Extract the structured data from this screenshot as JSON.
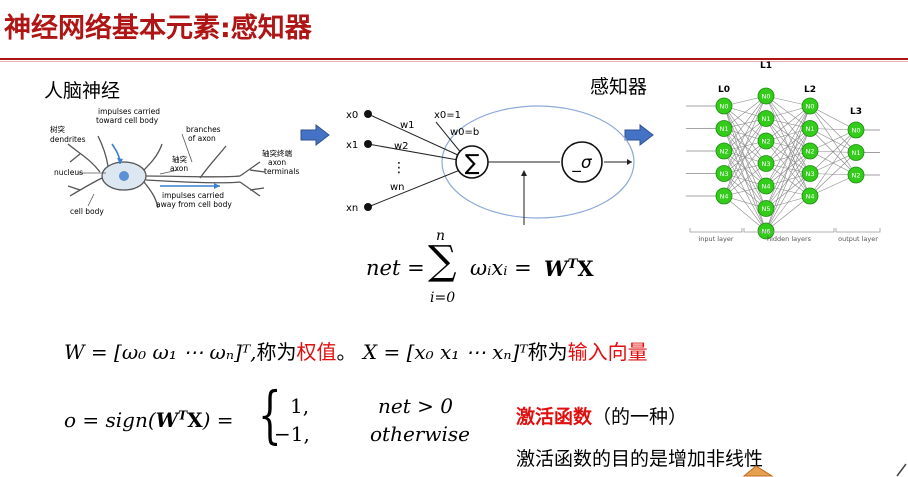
{
  "title": "神经网络基本元素:感知器",
  "left_label": "人脑神经",
  "right_label": "感知器",
  "neuron": {
    "dendrites_cn": "树突",
    "dendrites": "dendrites",
    "impulses_toward_1": "impulses carried",
    "impulses_toward_2": "toward cell body",
    "nucleus": "nucleus",
    "branches_1": "branches",
    "branches_2": "of axon",
    "axon_cn": "轴突",
    "axon": "axon",
    "terminals_cn": "轴突终端",
    "terminals_1": "axon",
    "terminals_2": "terminals",
    "away_1": "impulses carried",
    "away_2": "away from cell body",
    "cell_body": "cell body"
  },
  "perceptron": {
    "inputs": [
      "x0",
      "x1",
      "xn"
    ],
    "weights": [
      "w1",
      "w2",
      "wn"
    ],
    "bias1": "x0=1",
    "bias2": "w0=b",
    "dots": "⋮"
  },
  "network": {
    "layers": [
      {
        "name": "L0",
        "nodes": [
          "N0",
          "N1",
          "N2",
          "N3",
          "N4"
        ]
      },
      {
        "name": "L1",
        "nodes": [
          "N0",
          "N1",
          "N2",
          "N3",
          "N4",
          "N5",
          "N6"
        ]
      },
      {
        "name": "L2",
        "nodes": [
          "N0",
          "N1",
          "N2",
          "N3",
          "N4"
        ]
      },
      {
        "name": "L3",
        "nodes": [
          "N0",
          "N1",
          "N2"
        ]
      }
    ],
    "input_label": "input layer",
    "hidden_label": "hidden layers",
    "output_label": "output layer",
    "node_color": "#33cc1a"
  },
  "formula": {
    "net_lhs": "net =",
    "sum_top": "n",
    "sum_bottom": "i=0",
    "net_rhs": "ωᵢxᵢ =",
    "wtx": "W",
    "wtx_sup": "T",
    "wtx_x": "X"
  },
  "line_w": {
    "w_def": "W = [ω₀   ω₁   ⋯   ωₙ]ᵀ,",
    "w_cn": "称为",
    "w_red": "权值",
    "period": "。",
    "x_def": "X = [x₀   x₁   ⋯   xₙ]ᵀ",
    "x_cn": "称为",
    "x_red": "输入向量"
  },
  "line_o": {
    "lhs": "o = sign(",
    "w": "W",
    "t": "T",
    "x": "X",
    "rhs": ") =",
    "case1_val": "1,",
    "case1_cond": "net > 0",
    "case2_val": "−1,",
    "case2_cond": "otherwise"
  },
  "activation": {
    "red": "激活函数",
    "rest": "（的一种）",
    "note": "激活函数的目的是增加非线性"
  }
}
